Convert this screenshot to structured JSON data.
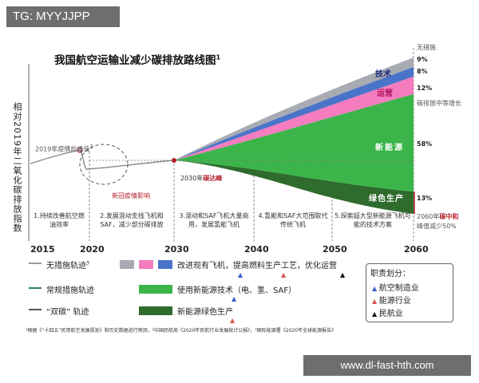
{
  "watermark_top": "TG: MYYJJPP",
  "title": "我国航空运输业减少碳排放路线图",
  "title_sup": "1",
  "ylabel": "相对2019年二氧化碳排放指数",
  "right_labels": {
    "no_measure": "无措施",
    "pct_9": "9%",
    "pct_8": "8%",
    "pct_12": "12%",
    "medium_growth": "碳排放中等增长",
    "pct_58": "58%",
    "pct_13": "13%",
    "band_tech": "技术",
    "band_ops": "运营",
    "band_new_energy": "新能源",
    "band_green": "绿色生产",
    "neutral_line1a": "2060年",
    "neutral_line1b": "碳中和",
    "neutral_line2": "峰值减少50%"
  },
  "annotations": {
    "peak_2019": "2019年疫情前峰值",
    "peak_2019_sup": "2",
    "covid": "新冠疫情影响",
    "peak_2030_a": "2030年",
    "peak_2030_b": "碳达峰"
  },
  "stages": [
    {
      "num": "1.",
      "text": "持续改善航空燃油效率"
    },
    {
      "num": "2.",
      "text": "发展混动支线飞机和SAF，减少部分碳排放"
    },
    {
      "num": "3.",
      "text": "混动和SAF飞机大量商用，发展氢能飞机"
    },
    {
      "num": "4.",
      "text": "氢能和SAF大范围取代传统飞机"
    },
    {
      "num": "5.",
      "text": "探索超大型新能源飞机可能的技术方案"
    }
  ],
  "years": [
    "2015",
    "2020",
    "2030",
    "2040",
    "2050",
    "2060"
  ],
  "legend": {
    "no_measure": "无措施轨迹",
    "no_measure_sup": "3",
    "regular": "常规措施轨迹",
    "dual_carbon": "“双碳” 轨迹",
    "improve": "改进现有飞机，提高燃料生产工艺，优化运营",
    "new_energy_tech": "使用新能源技术（电、氢、SAF）",
    "green_prod": "新能源绿色生产"
  },
  "responsibility": {
    "title": "职责划分：",
    "items": [
      {
        "label": "航空制造业",
        "color": "#3a5fcd"
      },
      {
        "label": "能源行业",
        "color": "#d9534f"
      },
      {
        "label": "民航业",
        "color": "#111111"
      }
    ]
  },
  "footnote": "¹根据《“十四五”民用航空发展规划》和历史数据进行预测，²中国民航局《2020年民航行业发展统计公报》，³国际能源署《2020年全球能源报告》",
  "watermark_bottom": "www.dl-fast-hth.com",
  "colors": {
    "gray": "#a9abb3",
    "blue": "#4a74c9",
    "pink": "#f47cbf",
    "green": "#3bb54a",
    "dark_green": "#2e6b2c",
    "red_mark": "#b3202a"
  }
}
